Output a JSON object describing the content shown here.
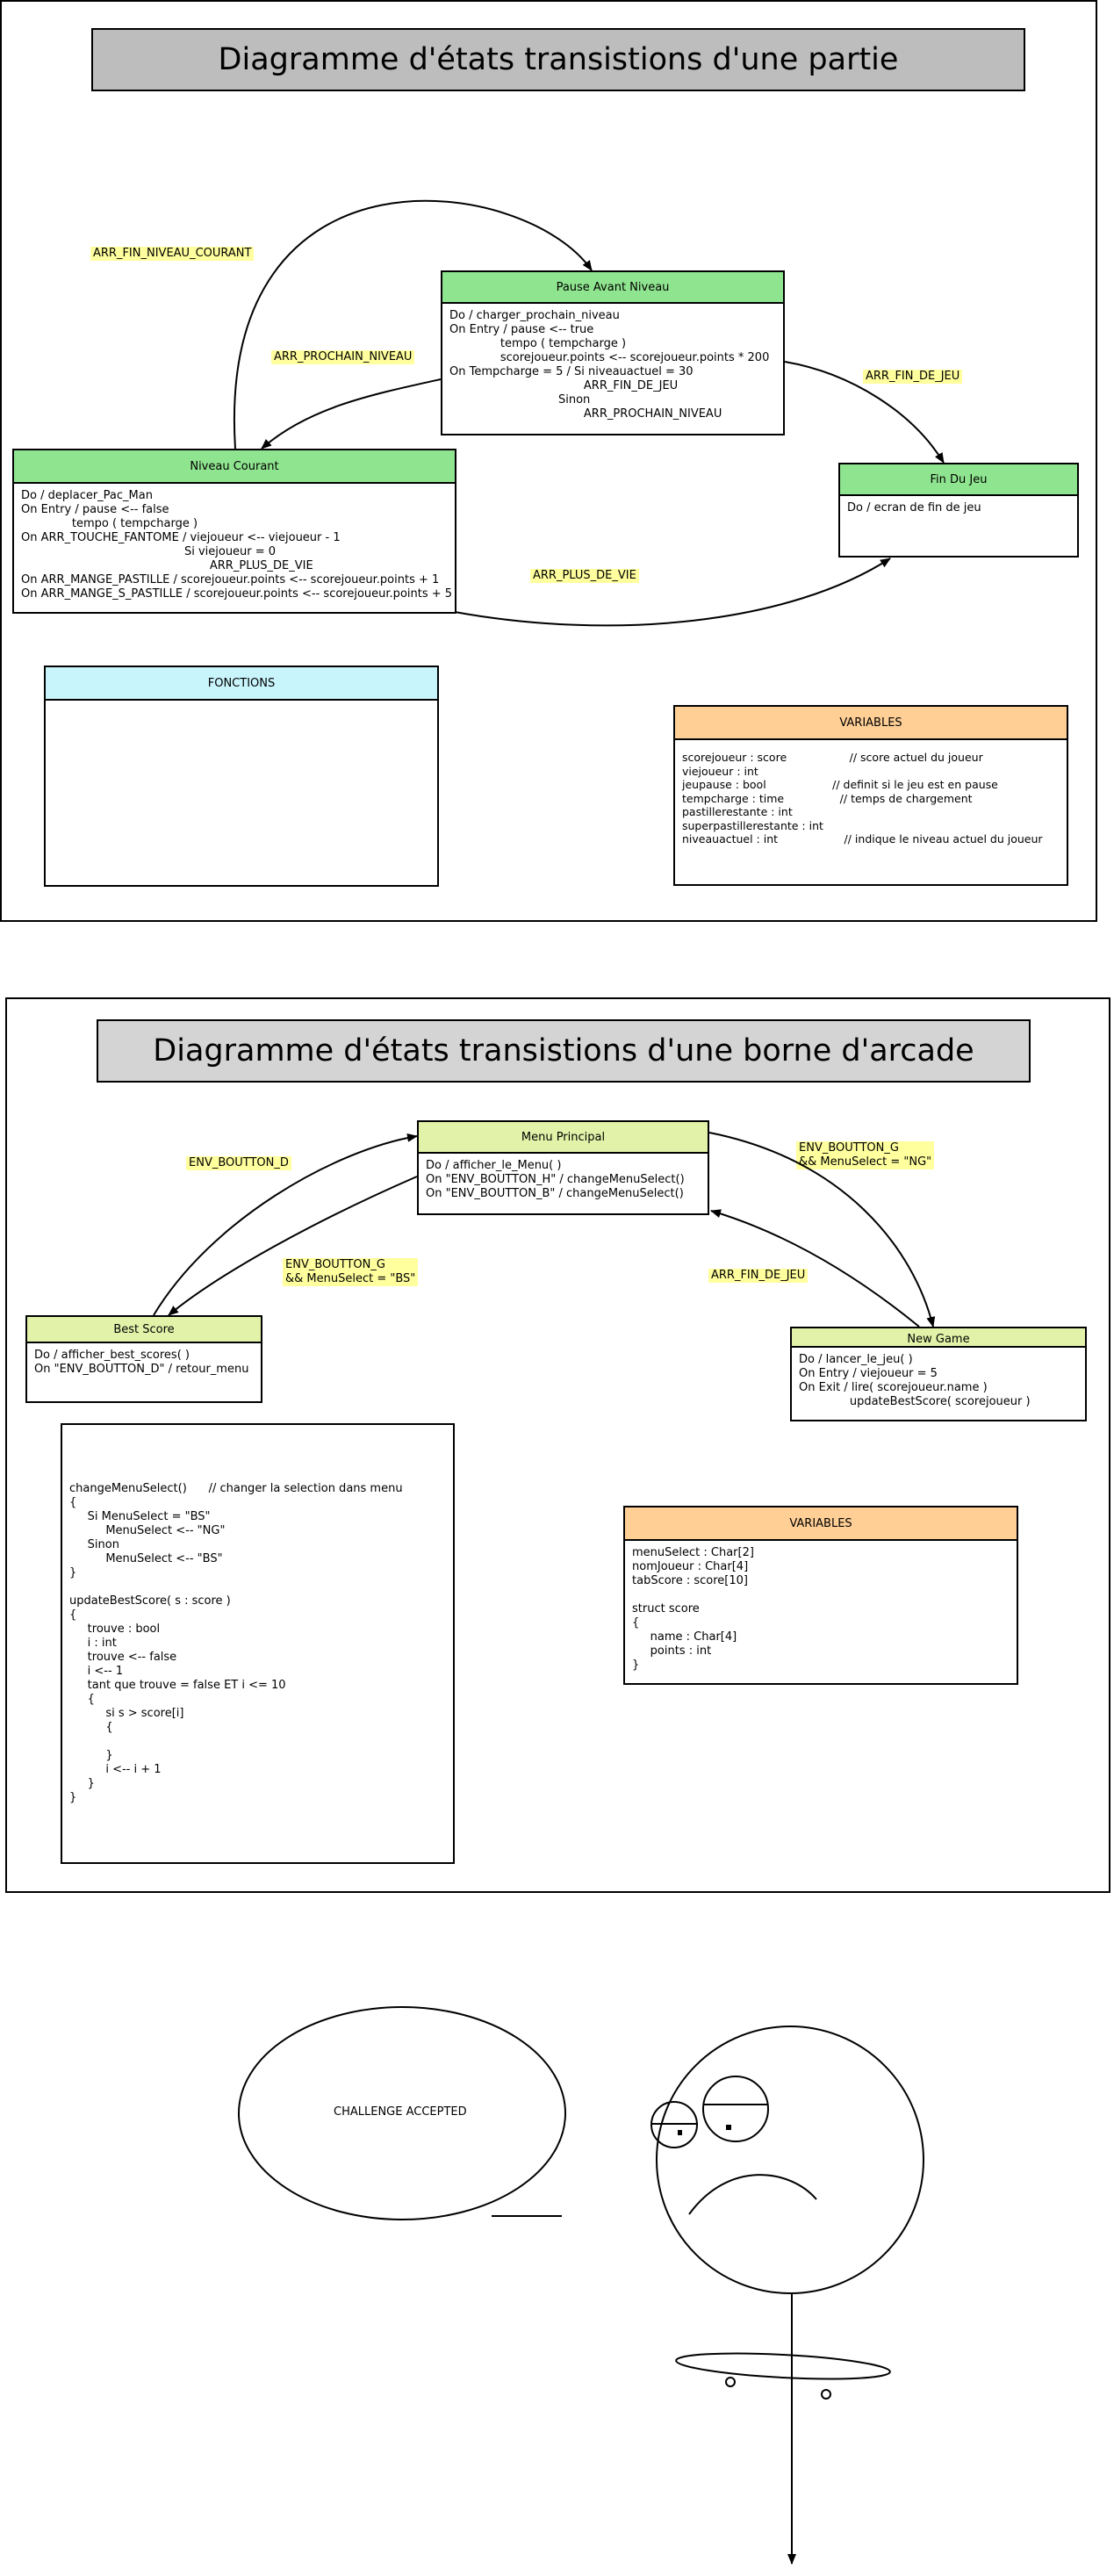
{
  "colors": {
    "title_fill_1": "#bdbdbd",
    "title_fill_2": "#d4d4d4",
    "green_head": "#8fe58f",
    "cyan_head": "#c8f4fb",
    "orange_head": "#ffcf96",
    "lime_head": "#e2f2a8",
    "label_highlight": "#ffff9e"
  },
  "game_diagram": {
    "title": "Diagramme d'états transistions d'une partie",
    "states": {
      "pause": {
        "name": "Pause Avant Niveau",
        "body": "Do / charger_prochain_niveau\nOn Entry / pause <-- true\n              tempo ( tempcharge )\n              scorejoueur.points <-- scorejoueur.points * 200\nOn Tempcharge = 5 / Si niveauactuel = 30\n                                     ARR_FIN_DE_JEU\n                              Sinon\n                                     ARR_PROCHAIN_NIVEAU"
      },
      "niveau": {
        "name": "Niveau Courant",
        "body": "Do / deplacer_Pac_Man\nOn Entry / pause <-- false\n              tempo ( tempcharge )\nOn ARR_TOUCHE_FANTOME / viejoueur <-- viejoueur - 1\n                                             Si viejoueur = 0\n                                                    ARR_PLUS_DE_VIE\nOn ARR_MANGE_PASTILLE / scorejoueur.points <-- scorejoueur.points + 1\nOn ARR_MANGE_S_PASTILLE / scorejoueur.points <-- scorejoueur.points + 5"
      },
      "fin": {
        "name": "Fin Du Jeu",
        "body": "Do / ecran de fin de jeu"
      },
      "fonctions": {
        "name": "FONCTIONS",
        "body": ""
      },
      "variables": {
        "name": "VARIABLES",
        "body": "scorejoueur : score                  // score actuel du joueur\nviejoueur : int\njeupause : bool                   // definit si le jeu est en pause\ntempcharge : time                // temps de chargement\npastillerestante : int\nsuperpastillerestante : int\nniveauactuel : int                   // indique le niveau actuel du joueur"
      }
    },
    "labels": {
      "fin_niveau": "ARR_FIN_NIVEAU_COURANT",
      "prochain": "ARR_PROCHAIN_NIVEAU",
      "fin_jeu": "ARR_FIN_DE_JEU",
      "plus_de_vie": "ARR_PLUS_DE_VIE"
    }
  },
  "arcade_diagram": {
    "title": "Diagramme d'états transistions d'une borne d'arcade",
    "states": {
      "menu": {
        "name": "Menu Principal",
        "body": "Do / afficher_le_Menu( )\nOn \"ENV_BOUTTON_H\" / changeMenuSelect()\nOn \"ENV_BOUTTON_B\" / changeMenuSelect()"
      },
      "best": {
        "name": "Best Score",
        "body": "Do / afficher_best_scores( )\nOn \"ENV_BOUTTON_D\" / retour_menu"
      },
      "newgame": {
        "name": "New Game",
        "body": "Do / lancer_le_jeu( )\nOn Entry / viejoueur = 5\nOn Exit / lire( scorejoueur.name )\n              updateBestScore( scorejoueur )"
      },
      "code": {
        "body": "changeMenuSelect()      // changer la selection dans menu\n{\n     Si MenuSelect = \"BS\"\n          MenuSelect <-- \"NG\"\n     Sinon\n          MenuSelect <-- \"BS\"\n}\n\nupdateBestScore( s : score )\n{\n     trouve : bool\n     i : int\n     trouve <-- false\n     i <-- 1\n     tant que trouve = false ET i <= 10\n     {\n          si s > score[i]\n          {\n\n          }\n          i <-- i + 1\n     }\n}"
      },
      "variables": {
        "name": "VARIABLES",
        "body": "menuSelect : Char[2]\nnomJoueur : Char[4]\ntabScore : score[10]\n\nstruct score\n{\n     name : Char[4]\n     points : int\n}"
      }
    },
    "labels": {
      "bouton_d": "ENV_BOUTTON_D",
      "bouton_g_bs": "ENV_BOUTTON_G\n&& MenuSelect = \"BS\"",
      "bouton_g_ng": "ENV_BOUTTON_G\n&& MenuSelect = \"NG\"",
      "fin_jeu": "ARR_FIN_DE_JEU"
    }
  },
  "meme": {
    "bubble_text": "CHALLENGE ACCEPTED"
  }
}
